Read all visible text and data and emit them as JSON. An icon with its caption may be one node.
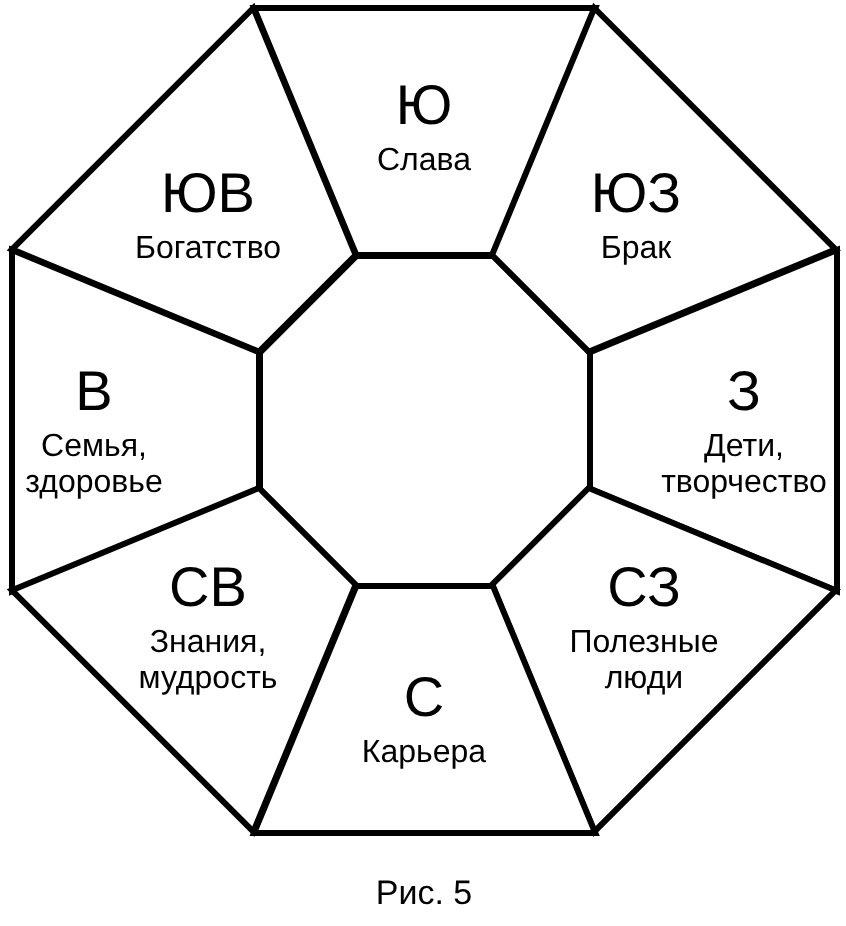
{
  "diagram": {
    "caption": "Рис. 5",
    "nodes": [
      {
        "text": [
          "Ю",
          "Слава"
        ]
      },
      {
        "text": [
          "ЮВ",
          "Богатство"
        ]
      },
      {
        "text": [
          "ЮЗ",
          "Брак"
        ]
      },
      {
        "text": [
          "В",
          "Семья, здоровье"
        ]
      },
      {
        "text": [],
        "shape": "octagon"
      },
      {
        "text": [
          "З",
          "Дети, творчество"
        ]
      },
      {
        "text": [
          "СВ",
          "Знания, мудрость"
        ]
      },
      {
        "text": [
          "СЗ",
          "Полезные люди"
        ]
      },
      {
        "text": [
          "С",
          "Карьера"
        ]
      }
    ]
  }
}
